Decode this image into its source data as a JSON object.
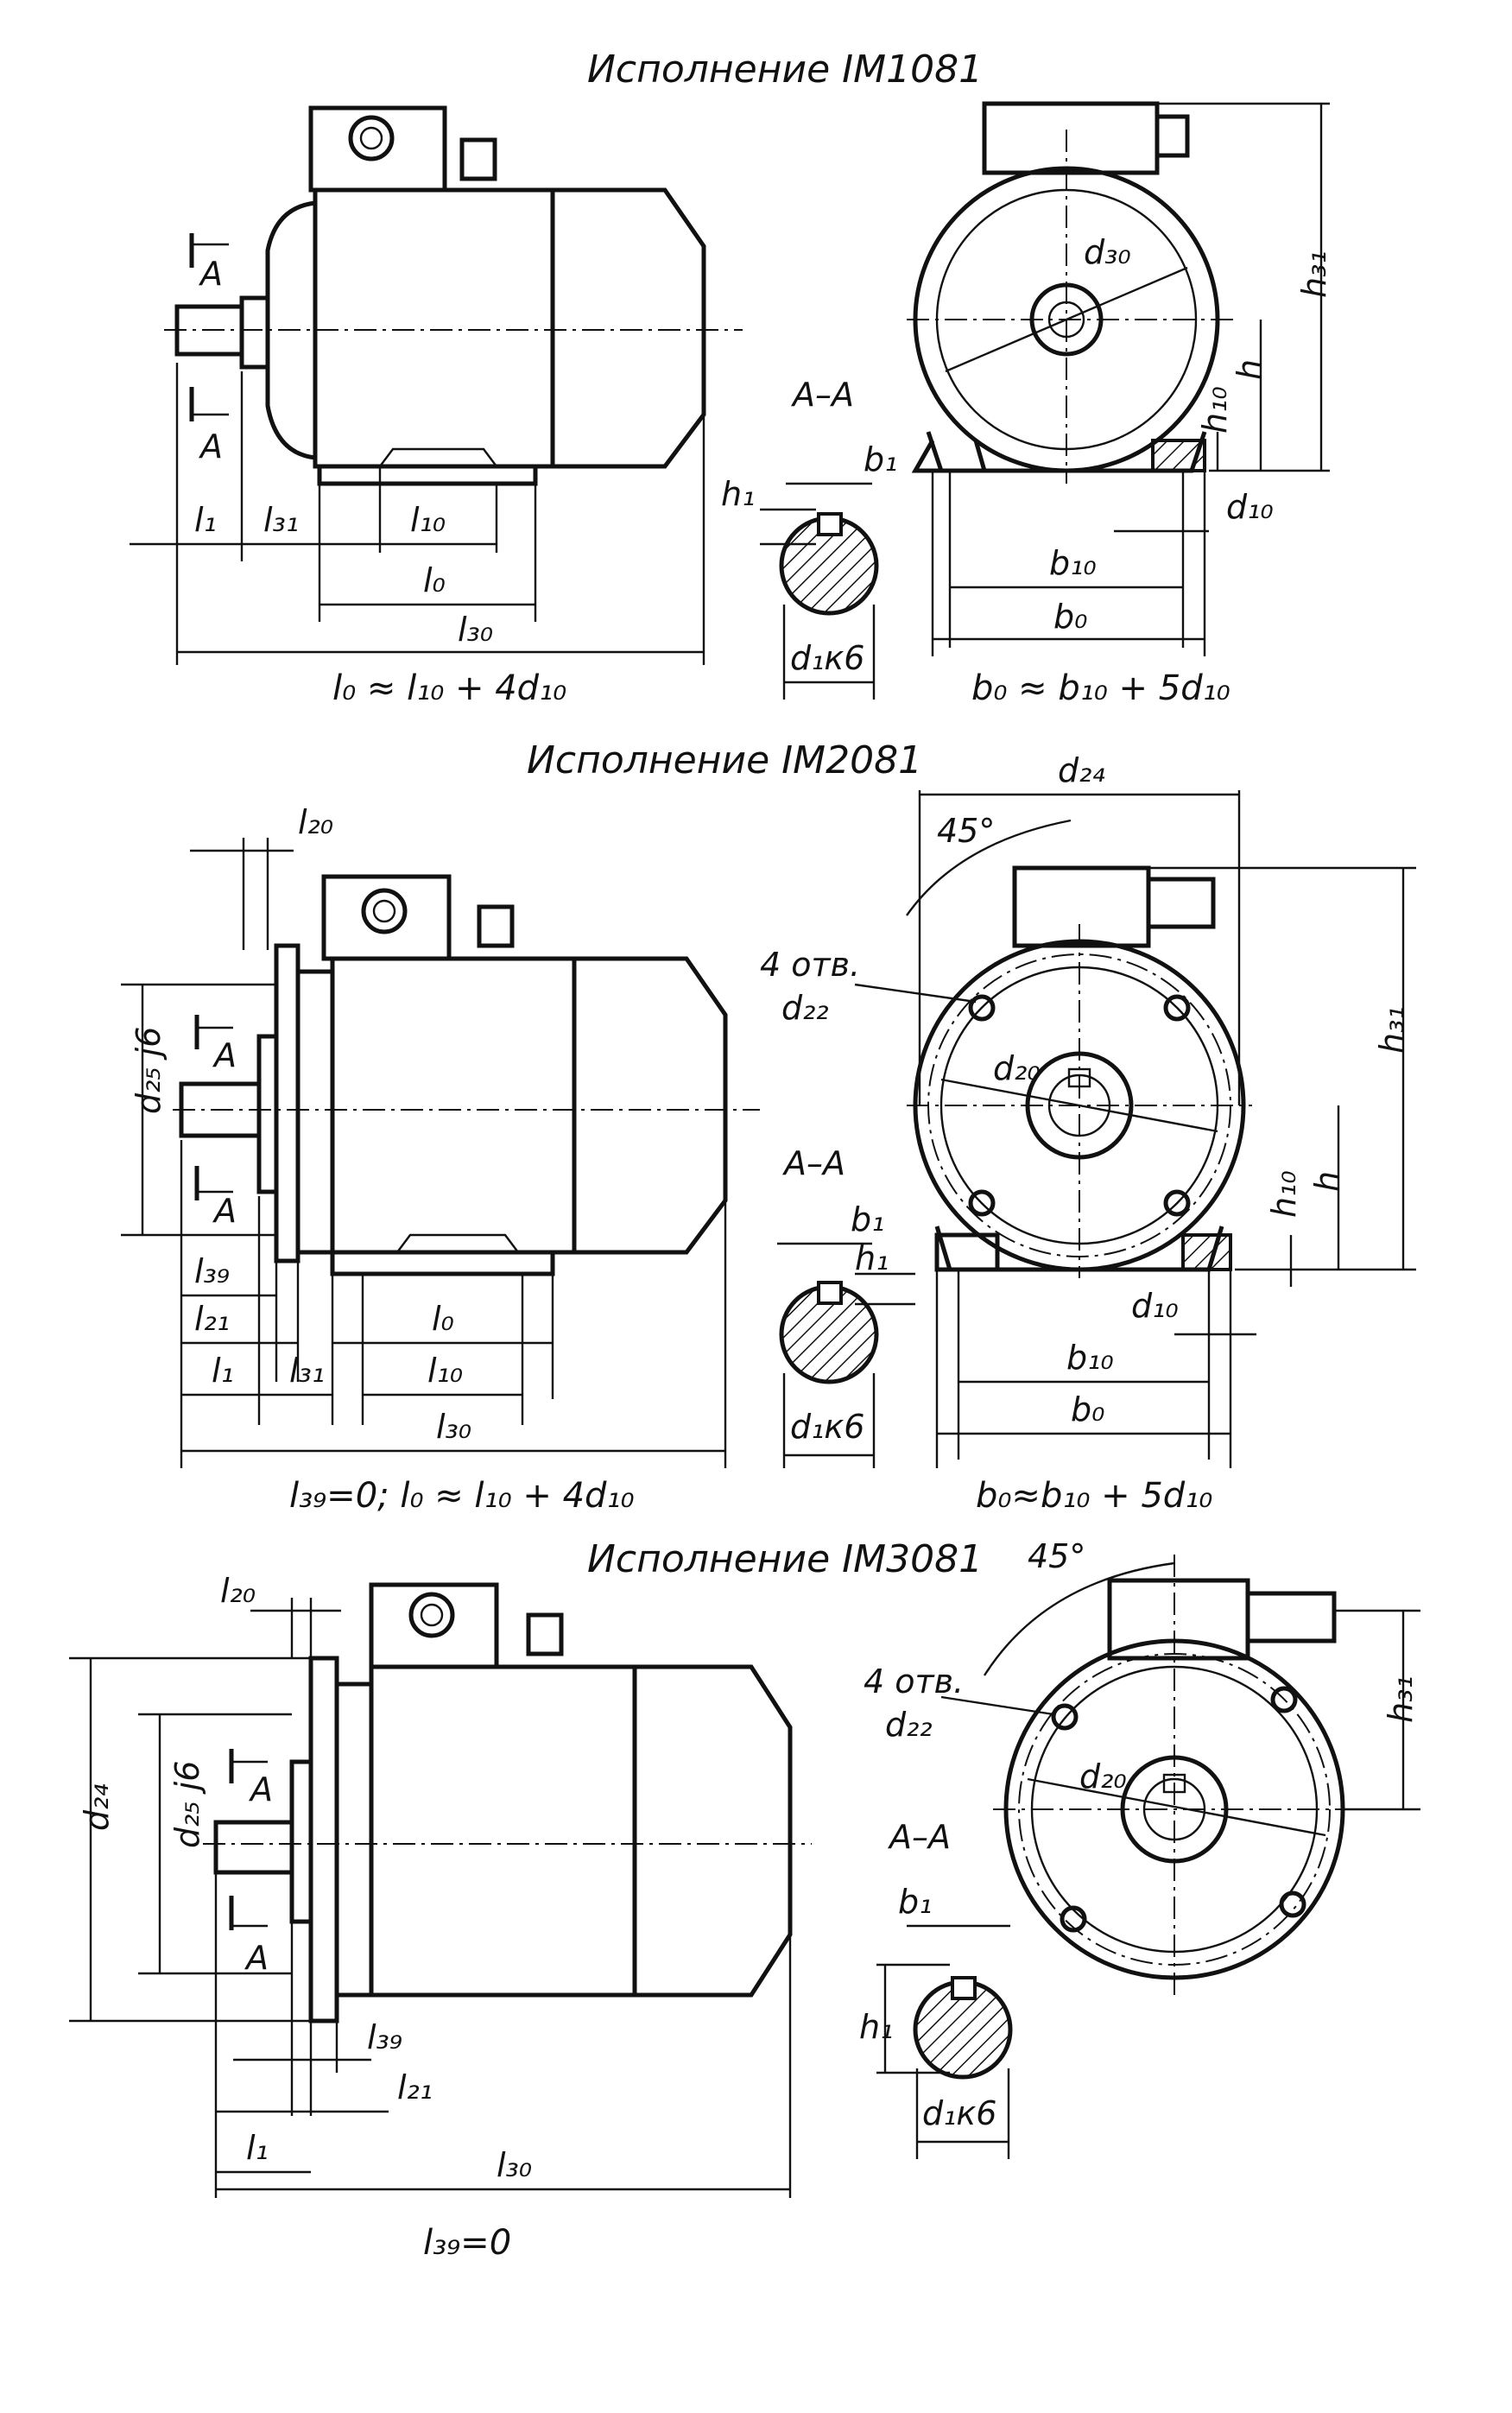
{
  "titles": {
    "im1081": "Исполнение IM1081",
    "im2081": "Исполнение IM2081",
    "im3081": "Исполнение IM3081"
  },
  "formulas": {
    "f1": "l₀ ≈ l₁₀ + 4d₁₀",
    "f2": "b₀ ≈ b₁₀ + 5d₁₀",
    "f3": "l₃₉=0;  l₀ ≈ l₁₀ + 4d₁₀",
    "f4": "b₀≈b₁₀ + 5d₁₀",
    "f5": "l₃₉=0"
  },
  "labels": {
    "section": "A–A",
    "A": "A",
    "holes_count": "4 отв.",
    "d1k6": "d₁к6",
    "d25j6": "d₂₅ j6",
    "d24": "d₂₄",
    "d22": "d₂₂",
    "d20": "d₂₀",
    "d30": "d₃₀",
    "d10": "d₁₀",
    "b1": "b₁",
    "b10": "b₁₀",
    "b0": "b₀",
    "h": "h",
    "h1": "h₁",
    "h10": "h₁₀",
    "h31": "h₃₁",
    "l1": "l₁",
    "l0": "l₀",
    "l10": "l₁₀",
    "l20": "l₂₀",
    "l21": "l₂₁",
    "l30": "l₃₀",
    "l31": "l₃₁",
    "l39": "l₃₉",
    "angle": "45°"
  }
}
